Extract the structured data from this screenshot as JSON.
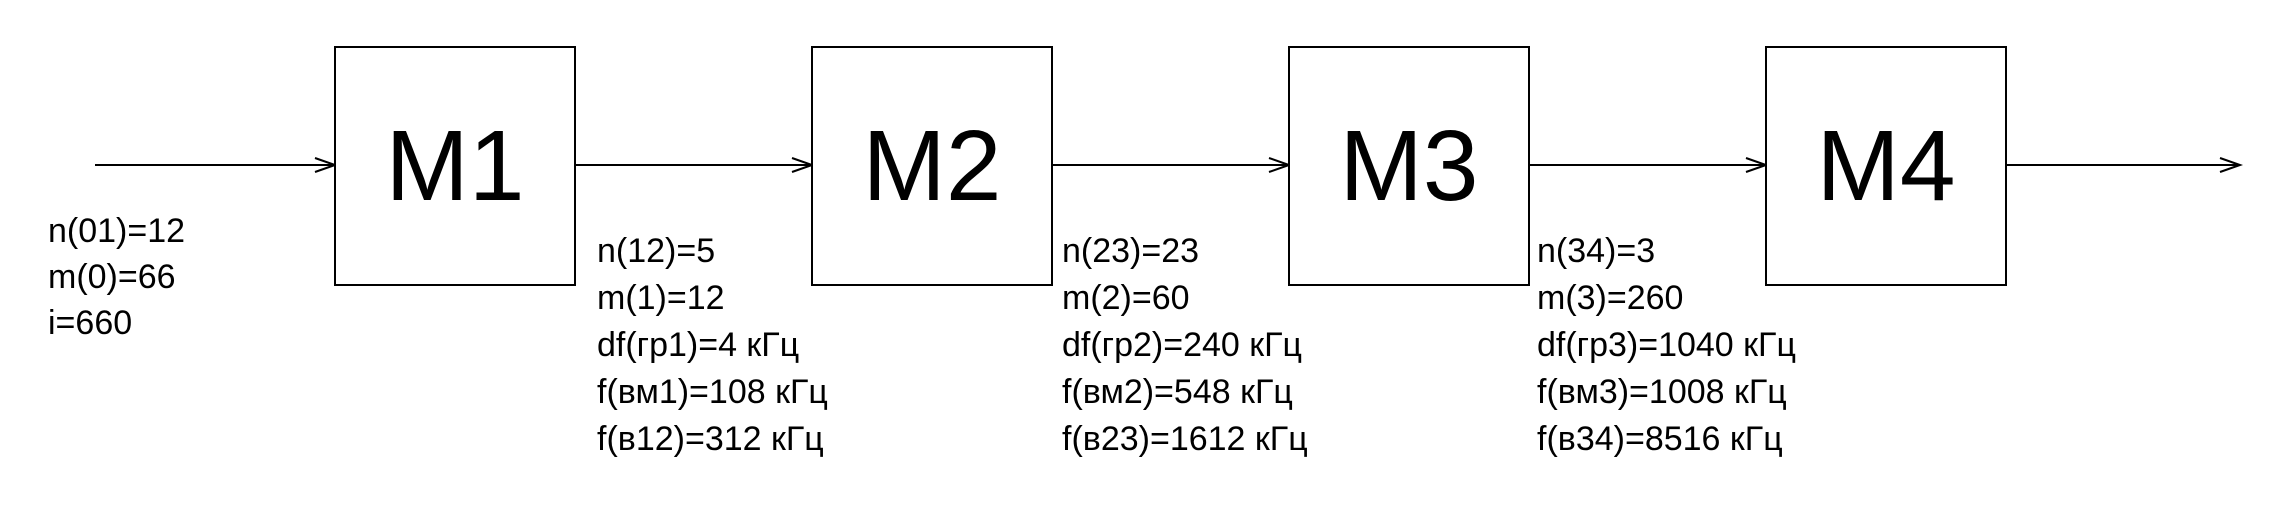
{
  "blocks": [
    {
      "label": "M1"
    },
    {
      "label": "M2"
    },
    {
      "label": "M3"
    },
    {
      "label": "M4"
    }
  ],
  "inputs": {
    "lines": [
      "n(01)=12",
      "m(0)=66",
      "i=660"
    ]
  },
  "stages": [
    {
      "lines": [
        "n(12)=5",
        "m(1)=12",
        "df(гр1)=4 кГц",
        "f(вм1)=108 кГц",
        "f(в12)=312 кГц"
      ]
    },
    {
      "lines": [
        "n(23)=23",
        "m(2)=60",
        "df(гр2)=240 кГц",
        "f(вм2)=548 кГц",
        "f(в23)=1612 кГц"
      ]
    },
    {
      "lines": [
        "n(34)=3",
        "m(3)=260",
        "df(гр3)=1040 кГц",
        "f(вм3)=1008 кГц",
        "f(в34)=8516 кГц"
      ]
    }
  ]
}
